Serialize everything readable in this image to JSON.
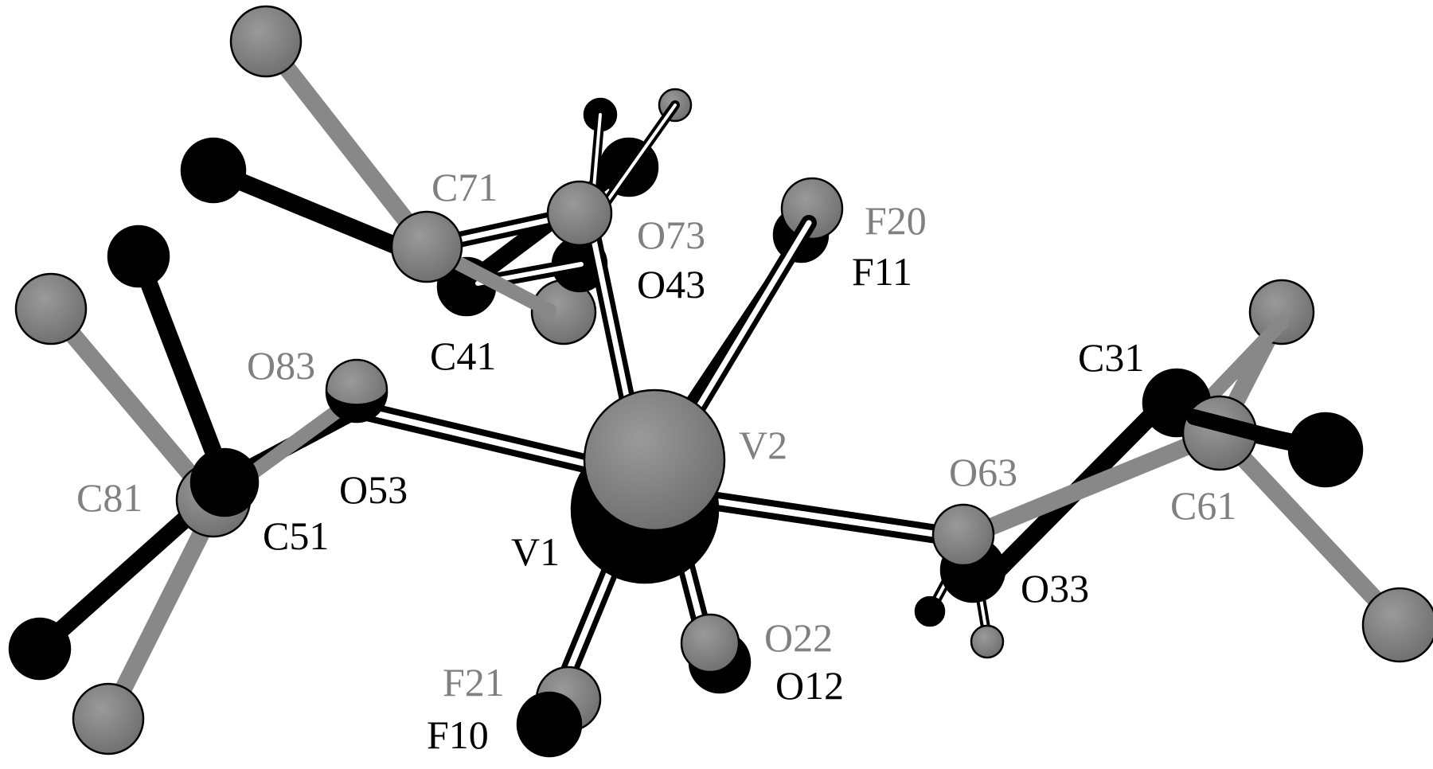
{
  "colors": {
    "molecule_a": "#000000",
    "molecule_b": "#808080",
    "hollow_bond_fill": "#ffffff",
    "background": "#ffffff"
  },
  "labels": {
    "C71": "C71",
    "O73": "O73",
    "O43": "O43",
    "F20": "F20",
    "F11": "F11",
    "C41": "C41",
    "O83": "O83",
    "C31": "C31",
    "V2": "V2",
    "O63": "O63",
    "C81": "C81",
    "O53": "O53",
    "C61": "C61",
    "C51": "C51",
    "V1": "V1",
    "O33": "O33",
    "O22": "O22",
    "F21": "F21",
    "O12": "O12",
    "F10": "F10"
  }
}
